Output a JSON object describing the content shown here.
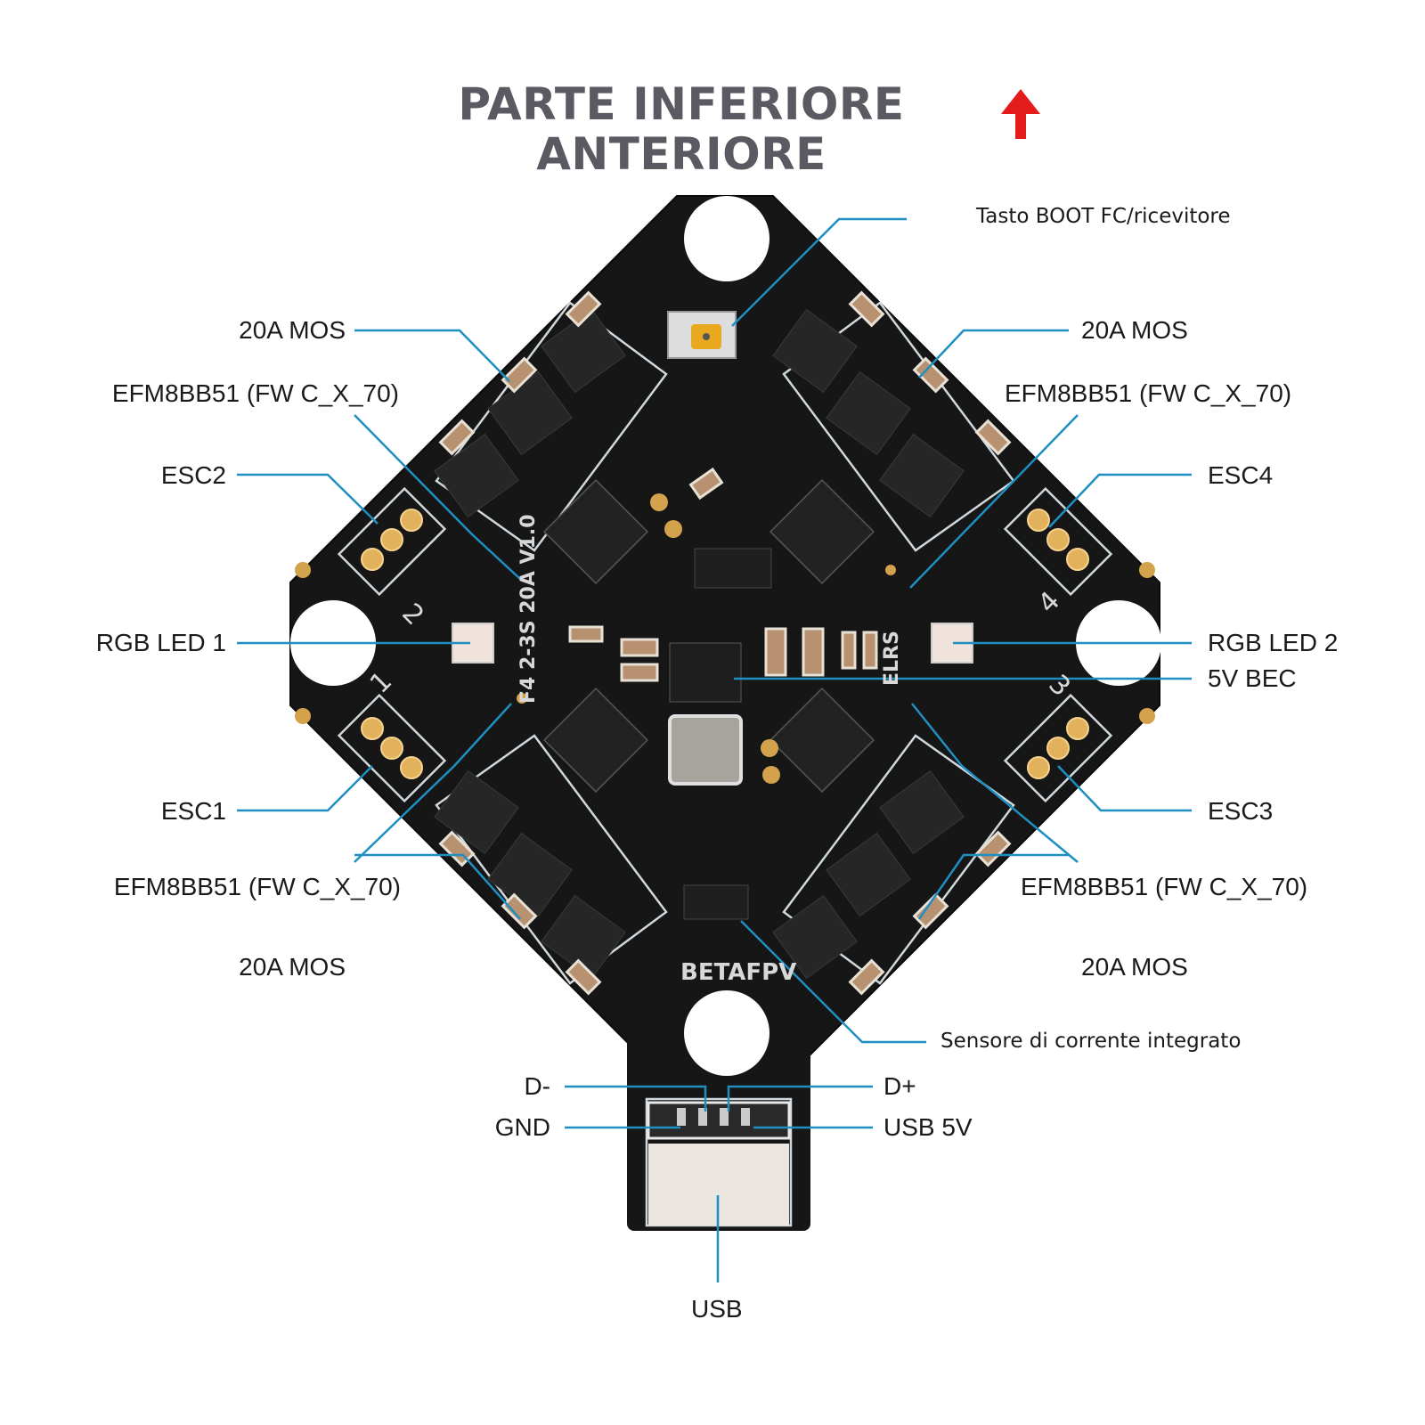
{
  "title": {
    "line1": "PARTE INFERIORE",
    "line2": "ANTERIORE",
    "front_arrow_icon": "arrow-up-icon",
    "arrow_color": "#e31b1b"
  },
  "colors": {
    "board": "#161616",
    "callout_line": "#1e8fc0",
    "text": "#1a1a1a",
    "title_text": "#5a5a62"
  },
  "board": {
    "brand": "BETAFPV",
    "silkscreen_model": "F4 2-3S 20A V1.0",
    "silkscreen_elrs": "ELRS",
    "pad_numbers": [
      "1",
      "2",
      "3",
      "4"
    ]
  },
  "labels": {
    "boot_button": "Tasto BOOT FC/ricevitore",
    "mos_top_left": "20A MOS",
    "mos_top_right": "20A MOS",
    "mos_bottom_left": "20A MOS",
    "mos_bottom_right": "20A MOS",
    "mcu_top_left": "EFM8BB51 (FW  C_X_70)",
    "mcu_top_right": "EFM8BB51 (FW  C_X_70)",
    "mcu_bottom_left": "EFM8BB51 (FW  C_X_70)",
    "mcu_bottom_right": "EFM8BB51 (FW  C_X_70)",
    "esc1": "ESC1",
    "esc2": "ESC2",
    "esc3": "ESC3",
    "esc4": "ESC4",
    "rgb_led_1": "RGB LED 1",
    "rgb_led_2": "RGB LED 2",
    "bec_5v": "5V BEC",
    "current_sensor": "Sensore di corrente integrato",
    "d_minus": "D-",
    "d_plus": "D+",
    "gnd": "GND",
    "usb_5v": "USB 5V",
    "usb": "USB"
  }
}
